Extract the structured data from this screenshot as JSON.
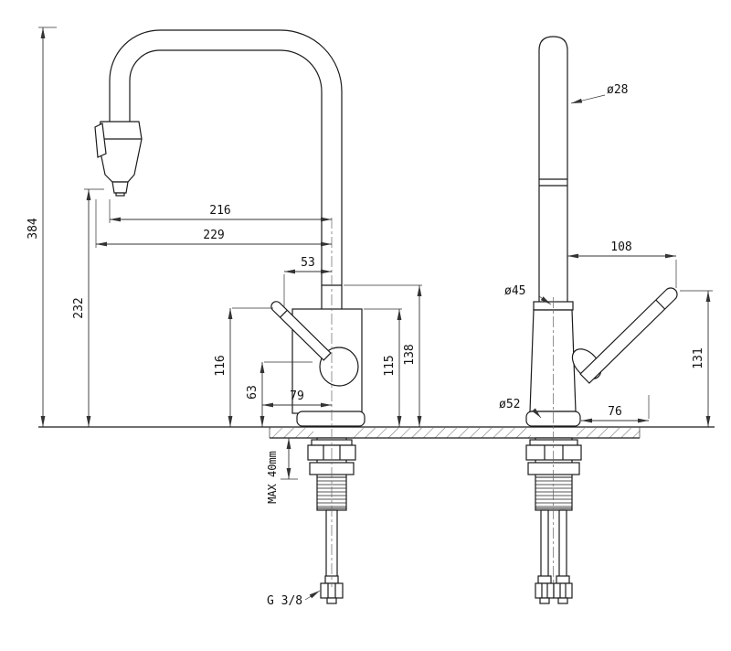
{
  "meta": {
    "background": "#ffffff",
    "line_color": "#1b1b1b",
    "dim_color": "#333333"
  },
  "drawing": {
    "kind": "technical-dimension-drawing",
    "subject": "kitchen mixer tap with pull-down spray, side and front elevations",
    "side_view": {
      "dims": {
        "overall_height": "384",
        "spray_outlet_height": "232",
        "spout_reach_inner": "216",
        "spout_reach_outer": "229",
        "spout_offset": "53",
        "handle_tip_height": "116",
        "handle_pivot_height": "63",
        "handle_reach": "79",
        "body_height": "115",
        "spout_joint_height": "138",
        "max_mounting_thickness": "MAX 40mm",
        "supply_thread": "G 3/8"
      }
    },
    "front_view": {
      "dims": {
        "spout_diameter": "ø28",
        "body_diameter": "ø45",
        "base_diameter": "ø52",
        "handle_reach": "108",
        "handle_base_offset": "76",
        "handle_tip_height": "131"
      }
    }
  }
}
